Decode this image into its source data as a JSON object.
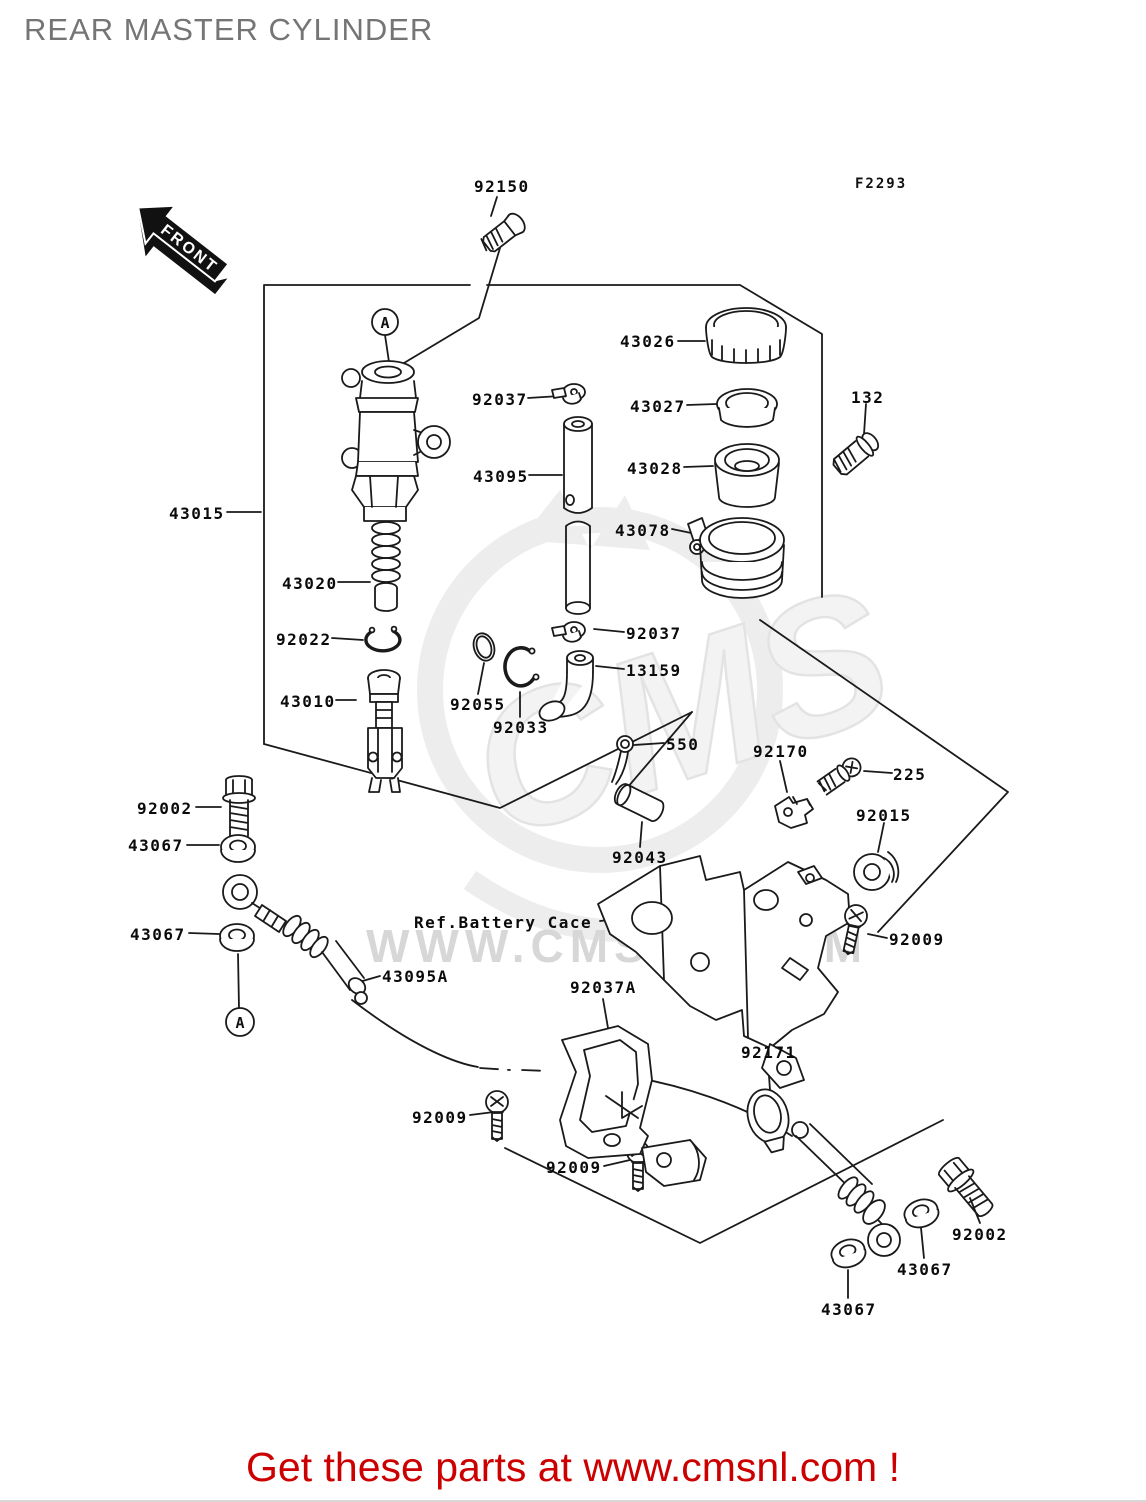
{
  "page": {
    "title": "REAR MASTER CYLINDER",
    "figure_code": "F2293",
    "front_label": "FRONT",
    "footer_text": "Get these parts at www.cmsnl.com !",
    "watermark_logo": "CMS",
    "watermark_url": "WWW.CMSNL.COM"
  },
  "colors": {
    "line": "#1a1a1a",
    "title_gray": "#757575",
    "footer_red": "#cc0000",
    "watermark_gray": "#d7d7d7"
  },
  "ref_markers": [
    {
      "letter": "A"
    },
    {
      "letter": "A"
    }
  ],
  "labels": [
    {
      "part": "92150"
    },
    {
      "part": "43026"
    },
    {
      "part": "92037"
    },
    {
      "part": "43027"
    },
    {
      "part": "132"
    },
    {
      "part": "43095"
    },
    {
      "part": "43028"
    },
    {
      "part": "43078"
    },
    {
      "part": "43015"
    },
    {
      "part": "43020"
    },
    {
      "part": "92022"
    },
    {
      "part": "43010"
    },
    {
      "part": "92037"
    },
    {
      "part": "13159"
    },
    {
      "part": "92055"
    },
    {
      "part": "92033"
    },
    {
      "part": "550"
    },
    {
      "part": "92170"
    },
    {
      "part": "225"
    },
    {
      "part": "92015"
    },
    {
      "part": "92043"
    },
    {
      "part": "92002"
    },
    {
      "part": "43067"
    },
    {
      "part": "43067"
    },
    {
      "part": "Ref.Battery Cace"
    },
    {
      "part": "43095A"
    },
    {
      "part": "92037A"
    },
    {
      "part": "92009"
    },
    {
      "part": "92171"
    },
    {
      "part": "92009"
    },
    {
      "part": "92009"
    },
    {
      "part": "92002"
    },
    {
      "part": "43067"
    },
    {
      "part": "43067"
    }
  ]
}
